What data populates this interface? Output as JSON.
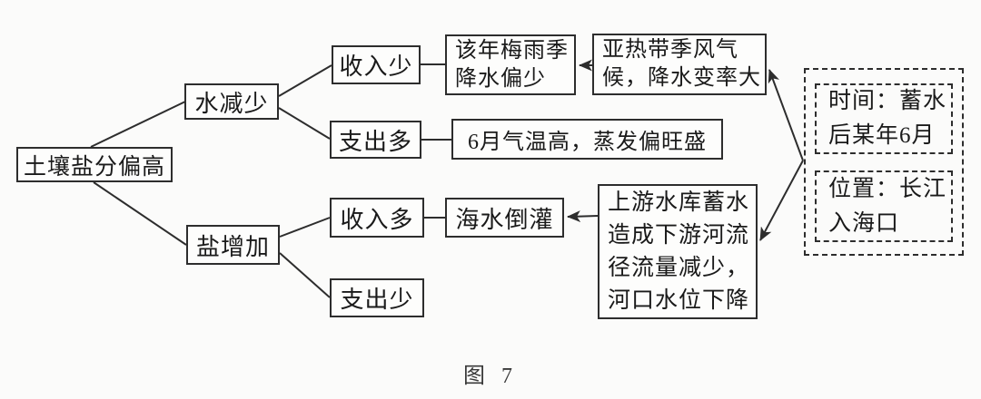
{
  "caption": "图 7",
  "colors": {
    "line": "#2d2d2d",
    "text": "#1a1a1a",
    "background": "#fbfbfa"
  },
  "nodes": {
    "soil": {
      "label": "土壤盐分偏高"
    },
    "water_decrease": {
      "label": "水减少"
    },
    "income_less": {
      "label": "收入少"
    },
    "expense_more": {
      "label": "支出多"
    },
    "meiyu_rain": {
      "lines": [
        "该年梅雨季",
        "降水偏少"
      ]
    },
    "subtropical": {
      "lines": [
        "亚热带季风气",
        "候，降水变率大"
      ]
    },
    "june_temp": {
      "label": "6月气温高，蒸发偏旺盛"
    },
    "salt_increase": {
      "label": "盐增加"
    },
    "income_more": {
      "label": "收入多"
    },
    "seawater": {
      "label": "海水倒灌"
    },
    "reservoir": {
      "lines": [
        "上游水库蓄水",
        "造成下游河流",
        "径流量减少，",
        "河口水位下降"
      ]
    },
    "expense_less": {
      "label": "支出少"
    },
    "time_note": {
      "lines": [
        "时间：蓄水",
        "后某年6月"
      ]
    },
    "location_note": {
      "lines": [
        "位置：长江",
        "入海口"
      ]
    }
  },
  "edges": [
    {
      "from": "土壤盐分偏高",
      "to": "水减少",
      "arrow": false
    },
    {
      "from": "土壤盐分偏高",
      "to": "盐增加",
      "arrow": false
    },
    {
      "from": "水减少",
      "to": "收入少",
      "arrow": false
    },
    {
      "from": "水减少",
      "to": "支出多",
      "arrow": false
    },
    {
      "from": "收入少",
      "to": "该年梅雨季降水偏少",
      "arrow": false
    },
    {
      "from": "支出多",
      "to": "6月气温高，蒸发偏旺盛",
      "arrow": false
    },
    {
      "from": "亚热带季风气候，降水变率大",
      "to": "该年梅雨季降水偏少",
      "arrow": true
    },
    {
      "from": "时间位置注记",
      "to": "亚热带季风气候，降水变率大",
      "arrow": true
    },
    {
      "from": "时间位置注记",
      "to": "上游水库蓄水造成下游河流径流量减少，河口水位下降",
      "arrow": true
    },
    {
      "from": "盐增加",
      "to": "收入多",
      "arrow": false
    },
    {
      "from": "盐增加",
      "to": "支出少",
      "arrow": false
    },
    {
      "from": "收入多",
      "to": "海水倒灌",
      "arrow": false
    },
    {
      "from": "上游水库蓄水造成下游河流径流量减少，河口水位下降",
      "to": "海水倒灌",
      "arrow": true
    }
  ]
}
